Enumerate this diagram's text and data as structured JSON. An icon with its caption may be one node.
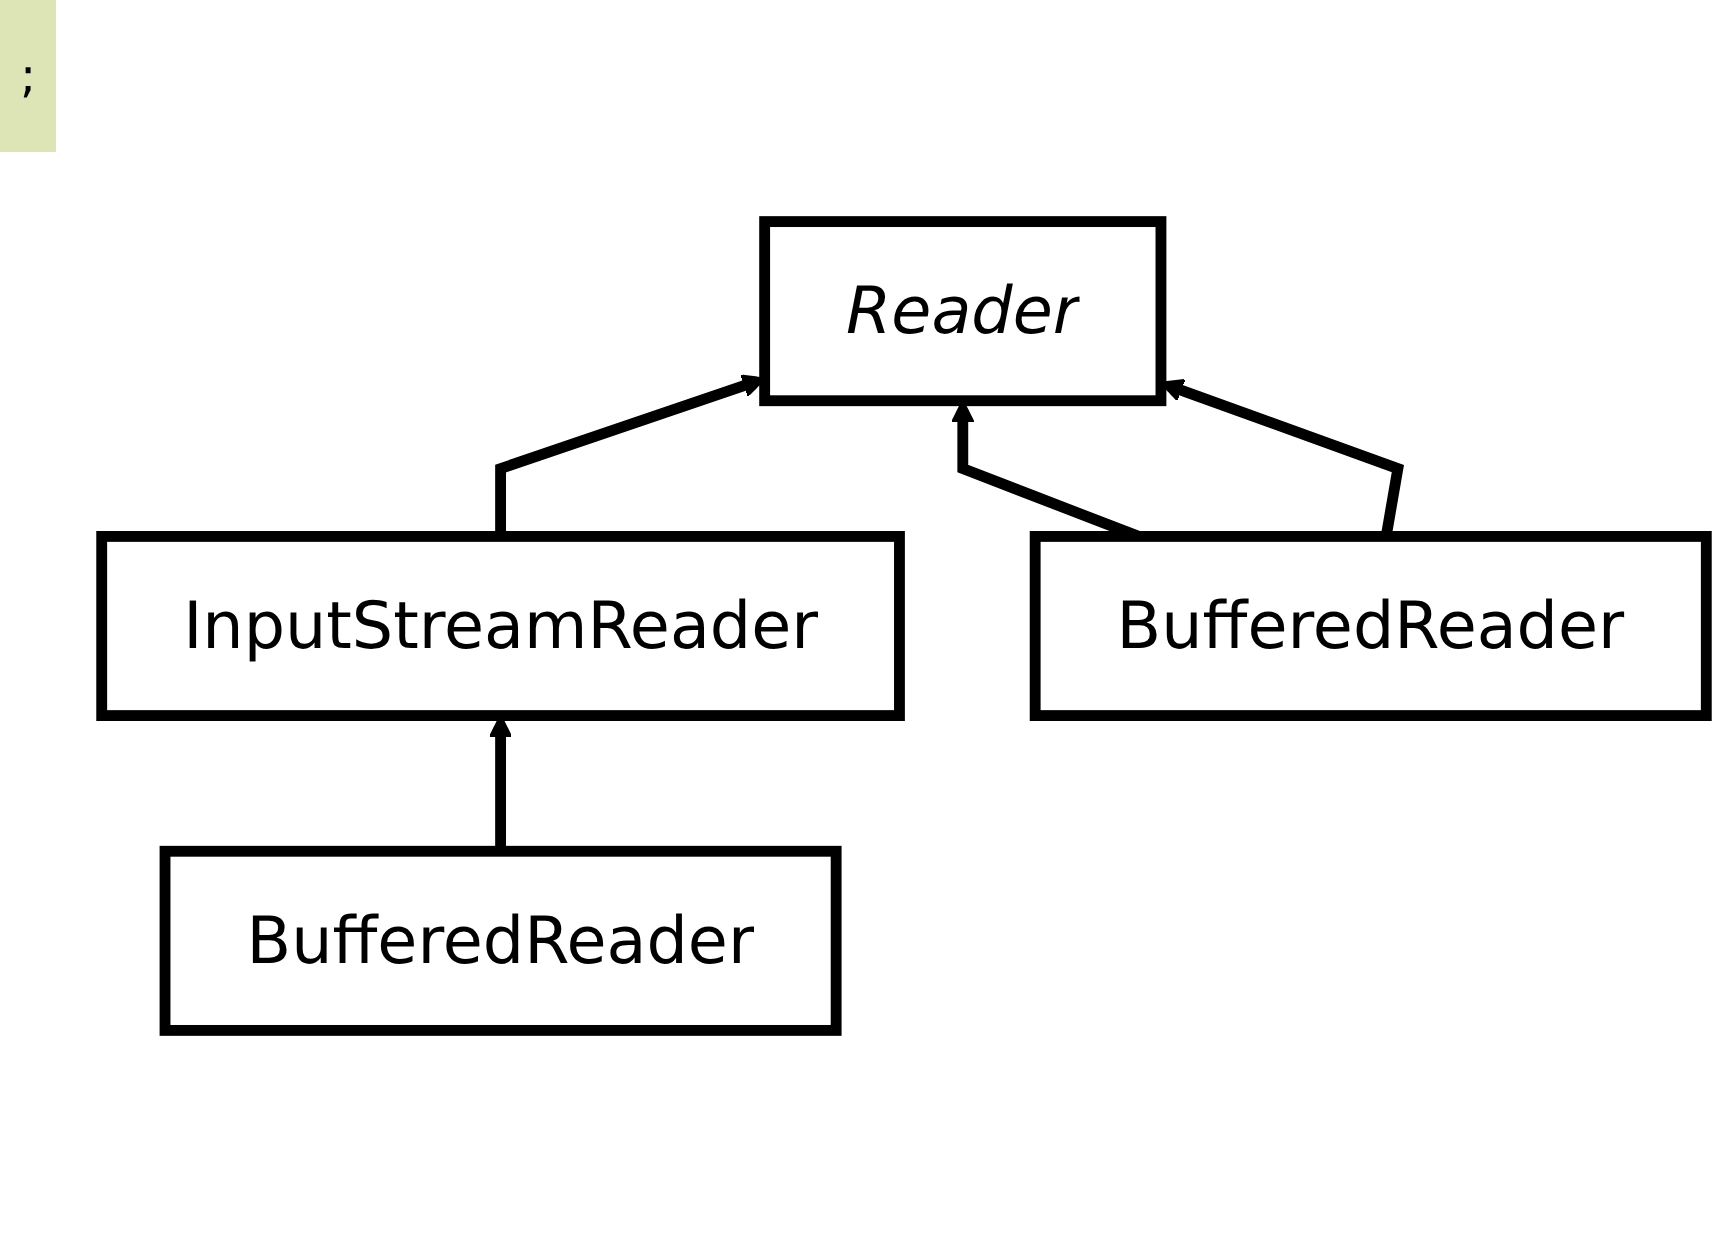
{
  "diagram": {
    "nodes": [
      {
        "text": [
          "Reader"
        ]
      },
      {
        "text": [
          "InputStreamReader"
        ]
      },
      {
        "text": [
          "BufferedReader"
        ]
      },
      {
        "text": [
          "BufferedReader"
        ]
      }
    ],
    "edges": [
      {
        "from": 1,
        "to": 0,
        "arrow": "to"
      },
      {
        "from": 2,
        "to": 0,
        "arrow": "to"
      },
      {
        "from": 3,
        "to": 1,
        "arrow": "to"
      },
      {
        "from": 2,
        "to": 0,
        "arrow": "to"
      }
    ],
    "labels": [
      ";"
    ]
  }
}
